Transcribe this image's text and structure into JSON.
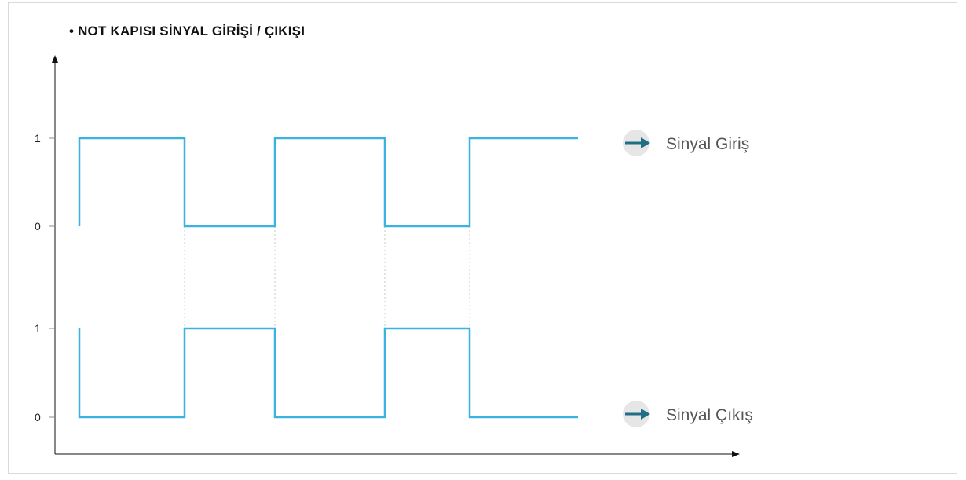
{
  "title": "• NOT KAPISI SİNYAL GİRİŞİ / ÇIKIŞI",
  "colors": {
    "signal": "#3bb3e0",
    "axis": "#111111",
    "guide": "#c8c8c8",
    "arrow_icon": "#1f6f86",
    "icon_bg": "#e6e6e6"
  },
  "chart_data": {
    "type": "line",
    "series": [
      {
        "name": "Sinyal Giriş",
        "levels": [
          1,
          0,
          1,
          0,
          1
        ],
        "ytick_labels": [
          "1",
          "0"
        ],
        "icon": "arrow-right-icon"
      },
      {
        "name": "Sinyal Çıkış",
        "levels": [
          0,
          1,
          0,
          1,
          0
        ],
        "ytick_labels": [
          "1",
          "0"
        ],
        "icon": "arrow-right-icon"
      }
    ],
    "segments": 5,
    "relation": "output = NOT input"
  }
}
